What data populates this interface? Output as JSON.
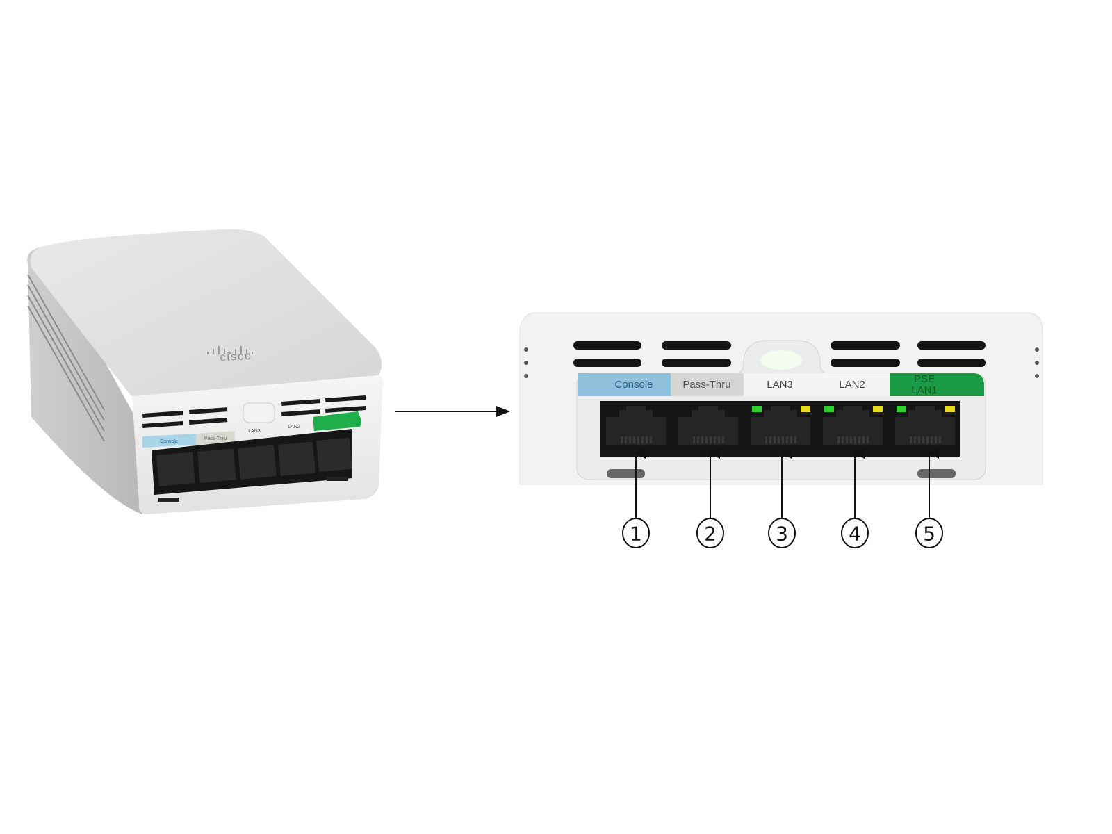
{
  "left_device": {
    "logo": "cisco",
    "port_labels": [
      "Console",
      "Pass-Thru",
      "LAN3",
      "LAN2",
      "PSE LAN1"
    ]
  },
  "right_device": {
    "port_labels": [
      {
        "text": "Console",
        "color": "#8fc1dc"
      },
      {
        "text": "Pass-Thru",
        "color": "#d6d6d4"
      },
      {
        "text": "LAN3",
        "color": "#f4f4f4"
      },
      {
        "text": "LAN2",
        "color": "#f4f4f4"
      },
      {
        "text_line1": "PSE",
        "text_line2": "LAN1",
        "color": "#1a9a45"
      }
    ],
    "port_leds": [
      {
        "port": 3,
        "left": "#2fd12f",
        "right": "#e8dc1a"
      },
      {
        "port": 4,
        "left": "#2fd12f",
        "right": "#e8dc1a"
      },
      {
        "port": 5,
        "left": "#2fd12f",
        "right": "#e8dc1a"
      }
    ]
  },
  "callouts": [
    "1",
    "2",
    "3",
    "4",
    "5"
  ]
}
